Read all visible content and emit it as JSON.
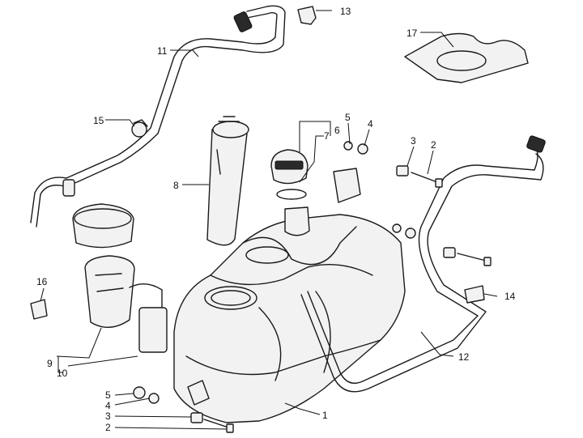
{
  "callouts": {
    "n1": "1",
    "n2": "2",
    "n2b": "2",
    "n3": "3",
    "n3b": "3",
    "n4": "4",
    "n4b": "4",
    "n5": "5",
    "n5b": "5",
    "n6": "6",
    "n7": "7",
    "n8": "8",
    "n9": "9",
    "n10": "10",
    "n11": "11",
    "n12": "12",
    "n13": "13",
    "n14": "14",
    "n15": "15",
    "n16": "16",
    "n17": "17"
  },
  "colors": {
    "ink": "#111111",
    "part_fill": "#f2f2f2"
  }
}
